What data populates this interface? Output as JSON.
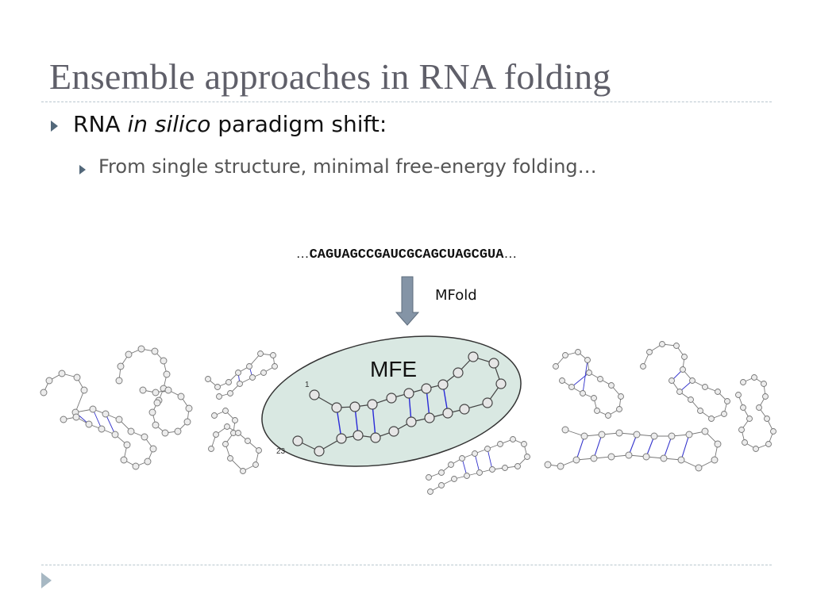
{
  "slide": {
    "title": "Ensemble approaches in RNA folding",
    "bullet1": {
      "prefix": "RNA ",
      "italic": "in silico",
      "suffix": " paradigm shift:"
    },
    "bullet2": "From single structure, minimal free-energy folding…",
    "sequence": {
      "lead": "…",
      "core": "CAGUAGCCGAUCGCAGCUAGCGUA",
      "trail": "…"
    },
    "method_label": "MFold",
    "mfe_label": "MFE",
    "structure_labels": {
      "start": "1",
      "end": "23"
    }
  },
  "colors": {
    "title": "#5f5f69",
    "rule": "#b9c7cf",
    "arrow": "#8494a6",
    "blob_fill": "#d9e8e2",
    "pair_line": "#2a2ad8",
    "bullet_marker": "#53687a"
  },
  "icons": [
    "bullet-arrow-icon",
    "down-arrow-icon",
    "next-slide-icon"
  ]
}
